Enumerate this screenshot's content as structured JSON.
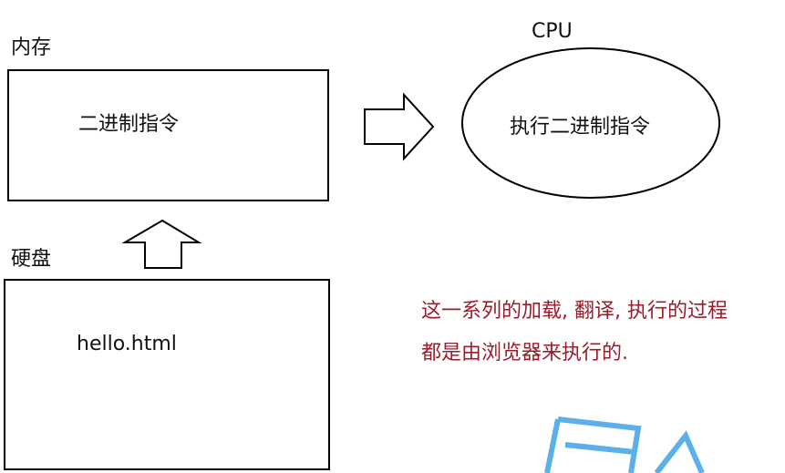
{
  "memory": {
    "label": "内存",
    "content": "二进制指令"
  },
  "cpu": {
    "label": "CPU",
    "content": "执行二进制指令"
  },
  "disk": {
    "label": "硬盘",
    "content": "hello.html"
  },
  "note": {
    "line1": "这一系列的加载, 翻译, 执行的过程",
    "line2": "都是由浏览器来执行的."
  },
  "colors": {
    "note": "#9b1c2b",
    "watermark": "#4aa8e8"
  }
}
